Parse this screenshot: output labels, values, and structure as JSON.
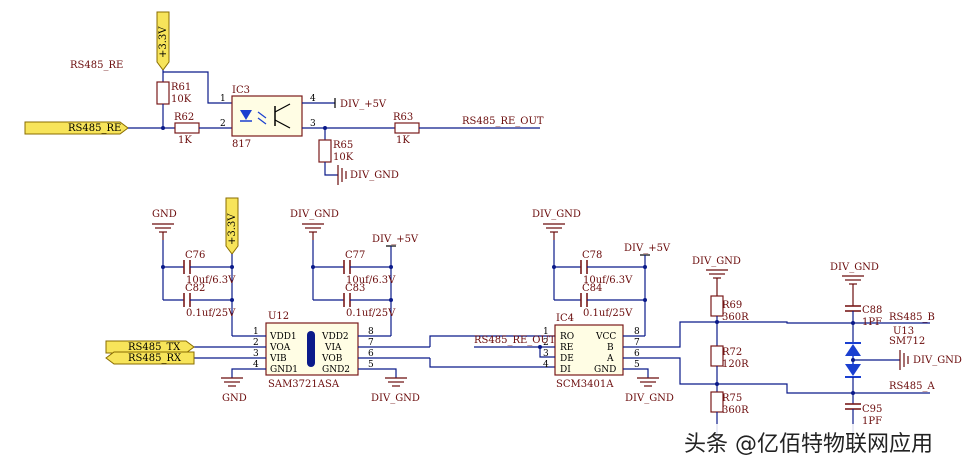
{
  "top": {
    "rs485_re_net": "RS485_RE",
    "rs485_re_port": "RS485_RE",
    "vcc33_port": "+3.3V",
    "r61": {
      "ref": "R61",
      "value": "10K"
    },
    "r62": {
      "ref": "R62",
      "value": "1K"
    },
    "ic3": {
      "ref": "IC3",
      "part": "817",
      "pins": [
        "1",
        "2",
        "3",
        "4"
      ]
    },
    "div5v": "DIV_+5V",
    "r63": {
      "ref": "R63",
      "value": "1K"
    },
    "r65": {
      "ref": "R65",
      "value": "10K"
    },
    "divgnd": "DIV_GND",
    "re_out": "RS485_RE_OUT"
  },
  "bottom": {
    "gnd": "GND",
    "vcc33_port": "+3.3V",
    "c76": {
      "ref": "C76",
      "value": "10uf/6.3V"
    },
    "c82": {
      "ref": "C82",
      "value": "0.1uf/25V"
    },
    "div_gnd_a": "DIV_GND",
    "div5v_a": "DIV_+5V",
    "c77": {
      "ref": "C77",
      "value": "10uf/6.3V"
    },
    "c83": {
      "ref": "C83",
      "value": "0.1uf/25V"
    },
    "u12": {
      "ref": "U12",
      "part": "SAM3721ASA",
      "left_pins": [
        {
          "name": "VDD1",
          "num": "1"
        },
        {
          "name": "VOA",
          "num": "2"
        },
        {
          "name": "VIB",
          "num": "3"
        },
        {
          "name": "GND1",
          "num": "4"
        }
      ],
      "right_pins": [
        {
          "name": "VDD2",
          "num": "8"
        },
        {
          "name": "VIA",
          "num": "7"
        },
        {
          "name": "VOB",
          "num": "6"
        },
        {
          "name": "GND2",
          "num": "5"
        }
      ]
    },
    "tx_port": "RS485_TX",
    "rx_port": "RS485_RX",
    "gnd_b": "GND",
    "div_gnd_b": "DIV_GND",
    "div_gnd_c": "DIV_GND",
    "c78": {
      "ref": "C78",
      "value": "10uf/6.3V"
    },
    "c84": {
      "ref": "C84",
      "value": "0.1uf/25V"
    },
    "div5v_b": "DIV_+5V",
    "ic4": {
      "ref": "IC4",
      "part": "SCM3401A",
      "left_pins": [
        {
          "name": "RO",
          "num": "1"
        },
        {
          "name": "RE",
          "num": "2"
        },
        {
          "name": "DE",
          "num": "3"
        },
        {
          "name": "DI",
          "num": "4"
        }
      ],
      "right_pins": [
        {
          "name": "VCC",
          "num": "8"
        },
        {
          "name": "B",
          "num": "7"
        },
        {
          "name": "A",
          "num": "6"
        },
        {
          "name": "GND",
          "num": "5"
        }
      ]
    },
    "re_out_in": "RS485_RE_OUT",
    "div_gnd_d": "DIV_GND",
    "div_gnd_e": "DIV_GND",
    "r69": {
      "ref": "R69",
      "value": "360R"
    },
    "r72": {
      "ref": "R72",
      "value": "120R"
    },
    "r75": {
      "ref": "R75",
      "value": "360R"
    },
    "div_gnd_f": "DIV_GND",
    "c88": {
      "ref": "C88",
      "value": "1PF"
    },
    "u13": {
      "ref": "U13",
      "part": "SM712"
    },
    "rs485_b": "RS485_B",
    "rs485_a": "RS485_A",
    "div_gnd_g": "DIV_GND",
    "c95": {
      "ref": "C95",
      "value": "1PF"
    }
  },
  "watermark": "头条 @亿佰特物联网应用"
}
